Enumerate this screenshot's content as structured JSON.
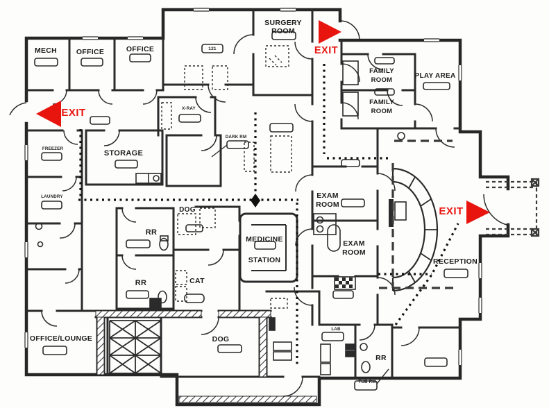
{
  "colors": {
    "exit_red": "#e8150f",
    "line": "#262626",
    "background": "#fdfdfc"
  },
  "exits": [
    {
      "id": "left",
      "label": "EXIT",
      "arrow_direction": "left"
    },
    {
      "id": "top",
      "label": "EXIT",
      "arrow_direction": "right"
    },
    {
      "id": "right",
      "label": "EXIT",
      "arrow_direction": "right"
    }
  ],
  "rooms": [
    {
      "id": "mech",
      "name": "MECH"
    },
    {
      "id": "office-1",
      "name": "OFFICE"
    },
    {
      "id": "office-2",
      "name": "OFFICE"
    },
    {
      "id": "room-121",
      "name": "121"
    },
    {
      "id": "surgery",
      "name": "SURGERY ROOM"
    },
    {
      "id": "family-1",
      "name": "FAMILY ROOM"
    },
    {
      "id": "play-area",
      "name": "PLAY AREA"
    },
    {
      "id": "family-2",
      "name": "FAMILY ROOM"
    },
    {
      "id": "freezer",
      "name": "FREEZER"
    },
    {
      "id": "storage",
      "name": "STORAGE"
    },
    {
      "id": "laundry",
      "name": "LAUNDRY"
    },
    {
      "id": "xray",
      "name": "X-RAY"
    },
    {
      "id": "darkroom",
      "name": "DARK RM"
    },
    {
      "id": "dog-upper",
      "name": "DOG"
    },
    {
      "id": "rr-1",
      "name": "RR"
    },
    {
      "id": "rr-2",
      "name": "RR"
    },
    {
      "id": "cat",
      "name": "CAT"
    },
    {
      "id": "medicine-station",
      "name": "MEDICINE STATION"
    },
    {
      "id": "exam-1",
      "name": "EXAM ROOM"
    },
    {
      "id": "exam-2",
      "name": "EXAM ROOM"
    },
    {
      "id": "lab",
      "name": "LAB"
    },
    {
      "id": "reception",
      "name": "RECEPTION"
    },
    {
      "id": "office-lounge",
      "name": "OFFICE/LOUNGE"
    },
    {
      "id": "dog-lower",
      "name": "DOG"
    },
    {
      "id": "rr-3",
      "name": "RR"
    },
    {
      "id": "tub",
      "name": "TUB RM"
    }
  ]
}
